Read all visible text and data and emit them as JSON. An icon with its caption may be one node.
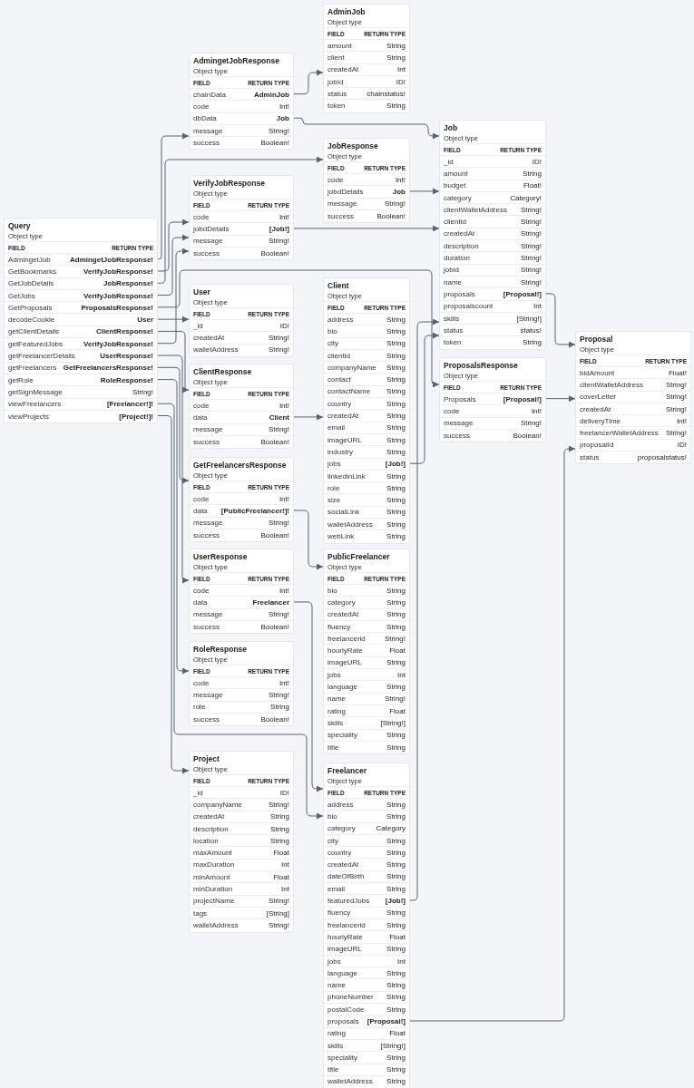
{
  "diagram": {
    "nodes": [
      {
        "text": [
          "Query",
          "Object type",
          "FIELD",
          "RETURN TYPE"
        ]
      },
      {
        "text": [
          "AdmingetJob",
          "AdmingetJobResponse!"
        ],
        "in": 0
      },
      {
        "text": [
          "GetBookmarks",
          "VerifyJobResponse!"
        ],
        "in": 0
      },
      {
        "text": [
          "GetJobDetails",
          "JobResponse!"
        ],
        "in": 0
      },
      {
        "text": [
          "GetJobs",
          "VerifyJobResponse!"
        ],
        "in": 0
      },
      {
        "text": [
          "GetProposals",
          "ProposalsResponse!"
        ],
        "in": 0
      },
      {
        "text": [
          "decodeCookie",
          "User"
        ],
        "in": 0
      },
      {
        "text": [
          "getClientDetails",
          "ClientResponse!"
        ],
        "in": 0
      },
      {
        "text": [
          "getFeaturedJobs",
          "VerifyJobResponse!"
        ],
        "in": 0
      },
      {
        "text": [
          "getFreelancerDetails",
          "UserResponse!"
        ],
        "in": 0
      },
      {
        "text": [
          "getFreelancers",
          "GetFreelancersResponse!"
        ],
        "in": 0
      },
      {
        "text": [
          "getRole",
          "RoleResponse!"
        ],
        "in": 0
      },
      {
        "text": [
          "getSignMessage",
          "String!"
        ],
        "in": 0
      },
      {
        "text": [
          "viewFreelancers",
          "[Freelancer!]!"
        ],
        "in": 0
      },
      {
        "text": [
          "viewProjects",
          "[Project!]!"
        ],
        "in": 0
      },
      {
        "text": [
          "AdmingetJobResponse",
          "Object type",
          "FIELD",
          "RETURN TYPE"
        ]
      },
      {
        "text": [
          "chainData",
          "AdminJob"
        ],
        "in": 15
      },
      {
        "text": [
          "code",
          "Int!"
        ],
        "in": 15
      },
      {
        "text": [
          "dbData",
          "Job"
        ],
        "in": 15
      },
      {
        "text": [
          "message",
          "String!"
        ],
        "in": 15
      },
      {
        "text": [
          "success",
          "Boolean!"
        ],
        "in": 15
      },
      {
        "text": [
          "AdminJob",
          "Object type",
          "FIELD",
          "RETURN TYPE"
        ]
      },
      {
        "text": [
          "amount",
          "String"
        ],
        "in": 21
      },
      {
        "text": [
          "client",
          "String"
        ],
        "in": 21
      },
      {
        "text": [
          "createdAt",
          "Int"
        ],
        "in": 21
      },
      {
        "text": [
          "jobId",
          "ID!"
        ],
        "in": 21
      },
      {
        "text": [
          "status",
          "chainstatus!"
        ],
        "in": 21
      },
      {
        "text": [
          "token",
          "String"
        ],
        "in": 21
      },
      {
        "text": [
          "JobResponse",
          "Object type",
          "FIELD",
          "RETURN TYPE"
        ]
      },
      {
        "text": [
          "code",
          "Int!"
        ],
        "in": 28
      },
      {
        "text": [
          "jobdDetails",
          "Job"
        ],
        "in": 28
      },
      {
        "text": [
          "message",
          "String!"
        ],
        "in": 28
      },
      {
        "text": [
          "success",
          "Boolean!"
        ],
        "in": 28
      },
      {
        "text": [
          "VerifyJobResponse",
          "Object type",
          "FIELD",
          "RETURN TYPE"
        ]
      },
      {
        "text": [
          "code",
          "Int!"
        ],
        "in": 33
      },
      {
        "text": [
          "jobdDetails",
          "[Job!]"
        ],
        "in": 33
      },
      {
        "text": [
          "message",
          "String!"
        ],
        "in": 33
      },
      {
        "text": [
          "success",
          "Boolean!"
        ],
        "in": 33
      },
      {
        "text": [
          "Job",
          "Object type",
          "FIELD",
          "RETURN TYPE"
        ]
      },
      {
        "text": [
          "_id",
          "ID!"
        ],
        "in": 38
      },
      {
        "text": [
          "amount",
          "String"
        ],
        "in": 38
      },
      {
        "text": [
          "budget",
          "Float!"
        ],
        "in": 38
      },
      {
        "text": [
          "category",
          "Category!"
        ],
        "in": 38
      },
      {
        "text": [
          "clientWalletAddress",
          "String!"
        ],
        "in": 38
      },
      {
        "text": [
          "clientid",
          "String!"
        ],
        "in": 38
      },
      {
        "text": [
          "createdAt",
          "String!"
        ],
        "in": 38
      },
      {
        "text": [
          "description",
          "String!"
        ],
        "in": 38
      },
      {
        "text": [
          "duration",
          "String!"
        ],
        "in": 38
      },
      {
        "text": [
          "jobid",
          "String!"
        ],
        "in": 38
      },
      {
        "text": [
          "name",
          "String!"
        ],
        "in": 38
      },
      {
        "text": [
          "proposals",
          "[Proposal!]"
        ],
        "in": 38
      },
      {
        "text": [
          "proposalscount",
          "Int"
        ],
        "in": 38
      },
      {
        "text": [
          "skills",
          "[String!]"
        ],
        "in": 38
      },
      {
        "text": [
          "status",
          "status!"
        ],
        "in": 38
      },
      {
        "text": [
          "token",
          "String"
        ],
        "in": 38
      },
      {
        "text": [
          "User",
          "Object type",
          "FIELD",
          "RETURN TYPE"
        ]
      },
      {
        "text": [
          "_id",
          "ID!"
        ],
        "in": 55
      },
      {
        "text": [
          "createdAt",
          "String!"
        ],
        "in": 55
      },
      {
        "text": [
          "walletAddress",
          "String!"
        ],
        "in": 55
      },
      {
        "text": [
          "Client",
          "Object type",
          "FIELD",
          "RETURN TYPE"
        ]
      },
      {
        "text": [
          "address",
          "String"
        ],
        "in": 59
      },
      {
        "text": [
          "bio",
          "String"
        ],
        "in": 59
      },
      {
        "text": [
          "city",
          "String"
        ],
        "in": 59
      },
      {
        "text": [
          "clientid",
          "String"
        ],
        "in": 59
      },
      {
        "text": [
          "companyName",
          "String"
        ],
        "in": 59
      },
      {
        "text": [
          "contact",
          "String"
        ],
        "in": 59
      },
      {
        "text": [
          "contactName",
          "String"
        ],
        "in": 59
      },
      {
        "text": [
          "country",
          "String"
        ],
        "in": 59
      },
      {
        "text": [
          "createdAt",
          "String"
        ],
        "in": 59
      },
      {
        "text": [
          "email",
          "String"
        ],
        "in": 59
      },
      {
        "text": [
          "imageURL",
          "String"
        ],
        "in": 59
      },
      {
        "text": [
          "industry",
          "String"
        ],
        "in": 59
      },
      {
        "text": [
          "jobs",
          "[Job!]"
        ],
        "in": 59
      },
      {
        "text": [
          "linkedinLink",
          "String"
        ],
        "in": 59
      },
      {
        "text": [
          "role",
          "String"
        ],
        "in": 59
      },
      {
        "text": [
          "size",
          "String"
        ],
        "in": 59
      },
      {
        "text": [
          "socialLink",
          "String"
        ],
        "in": 59
      },
      {
        "text": [
          "walletAddress",
          "String"
        ],
        "in": 59
      },
      {
        "text": [
          "webLink",
          "String"
        ],
        "in": 59
      },
      {
        "text": [
          "ClientResponse",
          "Object type",
          "FIELD",
          "RETURN TYPE"
        ]
      },
      {
        "text": [
          "code",
          "Int!"
        ],
        "in": 79
      },
      {
        "text": [
          "data",
          "Client"
        ],
        "in": 79
      },
      {
        "text": [
          "message",
          "String!"
        ],
        "in": 79
      },
      {
        "text": [
          "success",
          "Boolean!"
        ],
        "in": 79
      },
      {
        "text": [
          "ProposalsResponse",
          "Object type",
          "FIELD",
          "RETURN TYPE"
        ]
      },
      {
        "text": [
          "Proposals",
          "[Proposal!]"
        ],
        "in": 84
      },
      {
        "text": [
          "code",
          "Int!"
        ],
        "in": 84
      },
      {
        "text": [
          "message",
          "String!"
        ],
        "in": 84
      },
      {
        "text": [
          "success",
          "Boolean!"
        ],
        "in": 84
      },
      {
        "text": [
          "Proposal",
          "Object type",
          "FIELD",
          "RETURN TYPE"
        ]
      },
      {
        "text": [
          "bidAmount",
          "Float!"
        ],
        "in": 89
      },
      {
        "text": [
          "clientWalletAddress",
          "String!"
        ],
        "in": 89
      },
      {
        "text": [
          "coverLetter",
          "String!"
        ],
        "in": 89
      },
      {
        "text": [
          "createdAt",
          "String!"
        ],
        "in": 89
      },
      {
        "text": [
          "deliveryTime",
          "Int!"
        ],
        "in": 89
      },
      {
        "text": [
          "freelancerWalletAddress",
          "String!"
        ],
        "in": 89
      },
      {
        "text": [
          "proposalId",
          "ID!"
        ],
        "in": 89
      },
      {
        "text": [
          "status",
          "proposalstatus!"
        ],
        "in": 89
      },
      {
        "text": [
          "GetFreelancersResponse",
          "Object type",
          "FIELD",
          "RETURN TYPE"
        ]
      },
      {
        "text": [
          "code",
          "Int!"
        ],
        "in": 98
      },
      {
        "text": [
          "data",
          "[PublicFreelancer!]!"
        ],
        "in": 98
      },
      {
        "text": [
          "message",
          "String!"
        ],
        "in": 98
      },
      {
        "text": [
          "success",
          "Boolean!"
        ],
        "in": 98
      },
      {
        "text": [
          "PublicFreelancer",
          "Object type",
          "FIELD",
          "RETURN TYPE"
        ]
      },
      {
        "text": [
          "bio",
          "String"
        ],
        "in": 103
      },
      {
        "text": [
          "category",
          "String"
        ],
        "in": 103
      },
      {
        "text": [
          "createdAt",
          "String"
        ],
        "in": 103
      },
      {
        "text": [
          "fluency",
          "String"
        ],
        "in": 103
      },
      {
        "text": [
          "freelancerid",
          "String!"
        ],
        "in": 103
      },
      {
        "text": [
          "hourlyRate",
          "Float"
        ],
        "in": 103
      },
      {
        "text": [
          "imageURL",
          "String"
        ],
        "in": 103
      },
      {
        "text": [
          "jobs",
          "Int"
        ],
        "in": 103
      },
      {
        "text": [
          "language",
          "String"
        ],
        "in": 103
      },
      {
        "text": [
          "name",
          "String!"
        ],
        "in": 103
      },
      {
        "text": [
          "rating",
          "Float"
        ],
        "in": 103
      },
      {
        "text": [
          "skills",
          "[String!]"
        ],
        "in": 103
      },
      {
        "text": [
          "speciality",
          "String"
        ],
        "in": 103
      },
      {
        "text": [
          "title",
          "String"
        ],
        "in": 103
      },
      {
        "text": [
          "UserResponse",
          "Object type",
          "FIELD",
          "RETURN TYPE"
        ]
      },
      {
        "text": [
          "code",
          "Int!"
        ],
        "in": 118
      },
      {
        "text": [
          "data",
          "Freelancer"
        ],
        "in": 118
      },
      {
        "text": [
          "message",
          "String!"
        ],
        "in": 118
      },
      {
        "text": [
          "success",
          "Boolean!"
        ],
        "in": 118
      },
      {
        "text": [
          "RoleResponse",
          "Object type",
          "FIELD",
          "RETURN TYPE"
        ]
      },
      {
        "text": [
          "code",
          "Int!"
        ],
        "in": 123
      },
      {
        "text": [
          "message",
          "String!"
        ],
        "in": 123
      },
      {
        "text": [
          "role",
          "String"
        ],
        "in": 123
      },
      {
        "text": [
          "success",
          "Boolean!"
        ],
        "in": 123
      },
      {
        "text": [
          "Project",
          "Object type",
          "FIELD",
          "RETURN TYPE"
        ]
      },
      {
        "text": [
          "_id",
          "ID!"
        ],
        "in": 128
      },
      {
        "text": [
          "companyName",
          "String!"
        ],
        "in": 128
      },
      {
        "text": [
          "createdAt",
          "String"
        ],
        "in": 128
      },
      {
        "text": [
          "description",
          "String"
        ],
        "in": 128
      },
      {
        "text": [
          "location",
          "String"
        ],
        "in": 128
      },
      {
        "text": [
          "maxAmount",
          "Float"
        ],
        "in": 128
      },
      {
        "text": [
          "maxDuration",
          "Int"
        ],
        "in": 128
      },
      {
        "text": [
          "minAmount",
          "Float"
        ],
        "in": 128
      },
      {
        "text": [
          "minDuration",
          "Int"
        ],
        "in": 128
      },
      {
        "text": [
          "projectName",
          "String!"
        ],
        "in": 128
      },
      {
        "text": [
          "tags",
          "[String]"
        ],
        "in": 128
      },
      {
        "text": [
          "walletAddress",
          "String!"
        ],
        "in": 128
      },
      {
        "text": [
          "Freelancer",
          "Object type",
          "FIELD",
          "RETURN TYPE"
        ]
      },
      {
        "text": [
          "address",
          "String"
        ],
        "in": 141
      },
      {
        "text": [
          "bio",
          "String"
        ],
        "in": 141
      },
      {
        "text": [
          "category",
          "Category"
        ],
        "in": 141
      },
      {
        "text": [
          "city",
          "String"
        ],
        "in": 141
      },
      {
        "text": [
          "country",
          "String"
        ],
        "in": 141
      },
      {
        "text": [
          "createdAt",
          "String"
        ],
        "in": 141
      },
      {
        "text": [
          "dateOfBirth",
          "String"
        ],
        "in": 141
      },
      {
        "text": [
          "email",
          "String"
        ],
        "in": 141
      },
      {
        "text": [
          "featuredJobs",
          "[Job!]"
        ],
        "in": 141
      },
      {
        "text": [
          "fluency",
          "String"
        ],
        "in": 141
      },
      {
        "text": [
          "freelancerid",
          "String"
        ],
        "in": 141
      },
      {
        "text": [
          "hourlyRate",
          "Float"
        ],
        "in": 141
      },
      {
        "text": [
          "imageURL",
          "String"
        ],
        "in": 141
      },
      {
        "text": [
          "jobs",
          "Int"
        ],
        "in": 141
      },
      {
        "text": [
          "language",
          "String"
        ],
        "in": 141
      },
      {
        "text": [
          "name",
          "String"
        ],
        "in": 141
      },
      {
        "text": [
          "phoneNumber",
          "String"
        ],
        "in": 141
      },
      {
        "text": [
          "postalCode",
          "String"
        ],
        "in": 141
      },
      {
        "text": [
          "proposals",
          "[Proposal!]"
        ],
        "in": 141
      },
      {
        "text": [
          "rating",
          "Float"
        ],
        "in": 141
      },
      {
        "text": [
          "skills",
          "[String!]"
        ],
        "in": 141
      },
      {
        "text": [
          "speciality",
          "String"
        ],
        "in": 141
      },
      {
        "text": [
          "title",
          "String"
        ],
        "in": 141
      },
      {
        "text": [
          "walletAddress",
          "String"
        ],
        "in": 141
      }
    ],
    "edges": [
      {
        "from": 1,
        "to": 15,
        "arrow": "to"
      },
      {
        "from": 2,
        "to": 33,
        "arrow": "to"
      },
      {
        "from": 3,
        "to": 28,
        "arrow": "to"
      },
      {
        "from": 4,
        "to": 33,
        "arrow": "to"
      },
      {
        "from": 5,
        "to": 84,
        "arrow": "to"
      },
      {
        "from": 6,
        "to": 55,
        "arrow": "to"
      },
      {
        "from": 7,
        "to": 79,
        "arrow": "to"
      },
      {
        "from": 8,
        "to": 33,
        "arrow": "to"
      },
      {
        "from": 9,
        "to": 118,
        "arrow": "to"
      },
      {
        "from": 10,
        "to": 98,
        "arrow": "to"
      },
      {
        "from": 11,
        "to": 123,
        "arrow": "to"
      },
      {
        "from": 13,
        "to": 141,
        "arrow": "to"
      },
      {
        "from": 14,
        "to": 128,
        "arrow": "to"
      },
      {
        "from": 16,
        "to": 21,
        "arrow": "to"
      },
      {
        "from": 18,
        "to": 38,
        "arrow": "to"
      },
      {
        "from": 30,
        "to": 38,
        "arrow": "to"
      },
      {
        "from": 35,
        "to": 38,
        "arrow": "to"
      },
      {
        "from": 50,
        "to": 89,
        "arrow": "to"
      },
      {
        "from": 72,
        "to": 38,
        "arrow": "to"
      },
      {
        "from": 81,
        "to": 59,
        "arrow": "to"
      },
      {
        "from": 85,
        "to": 89,
        "arrow": "to"
      },
      {
        "from": 100,
        "to": 103,
        "arrow": "to"
      },
      {
        "from": 120,
        "to": 141,
        "arrow": "to"
      },
      {
        "from": 150,
        "to": 38,
        "arrow": "to"
      },
      {
        "from": 160,
        "to": 89,
        "arrow": "to"
      }
    ]
  }
}
